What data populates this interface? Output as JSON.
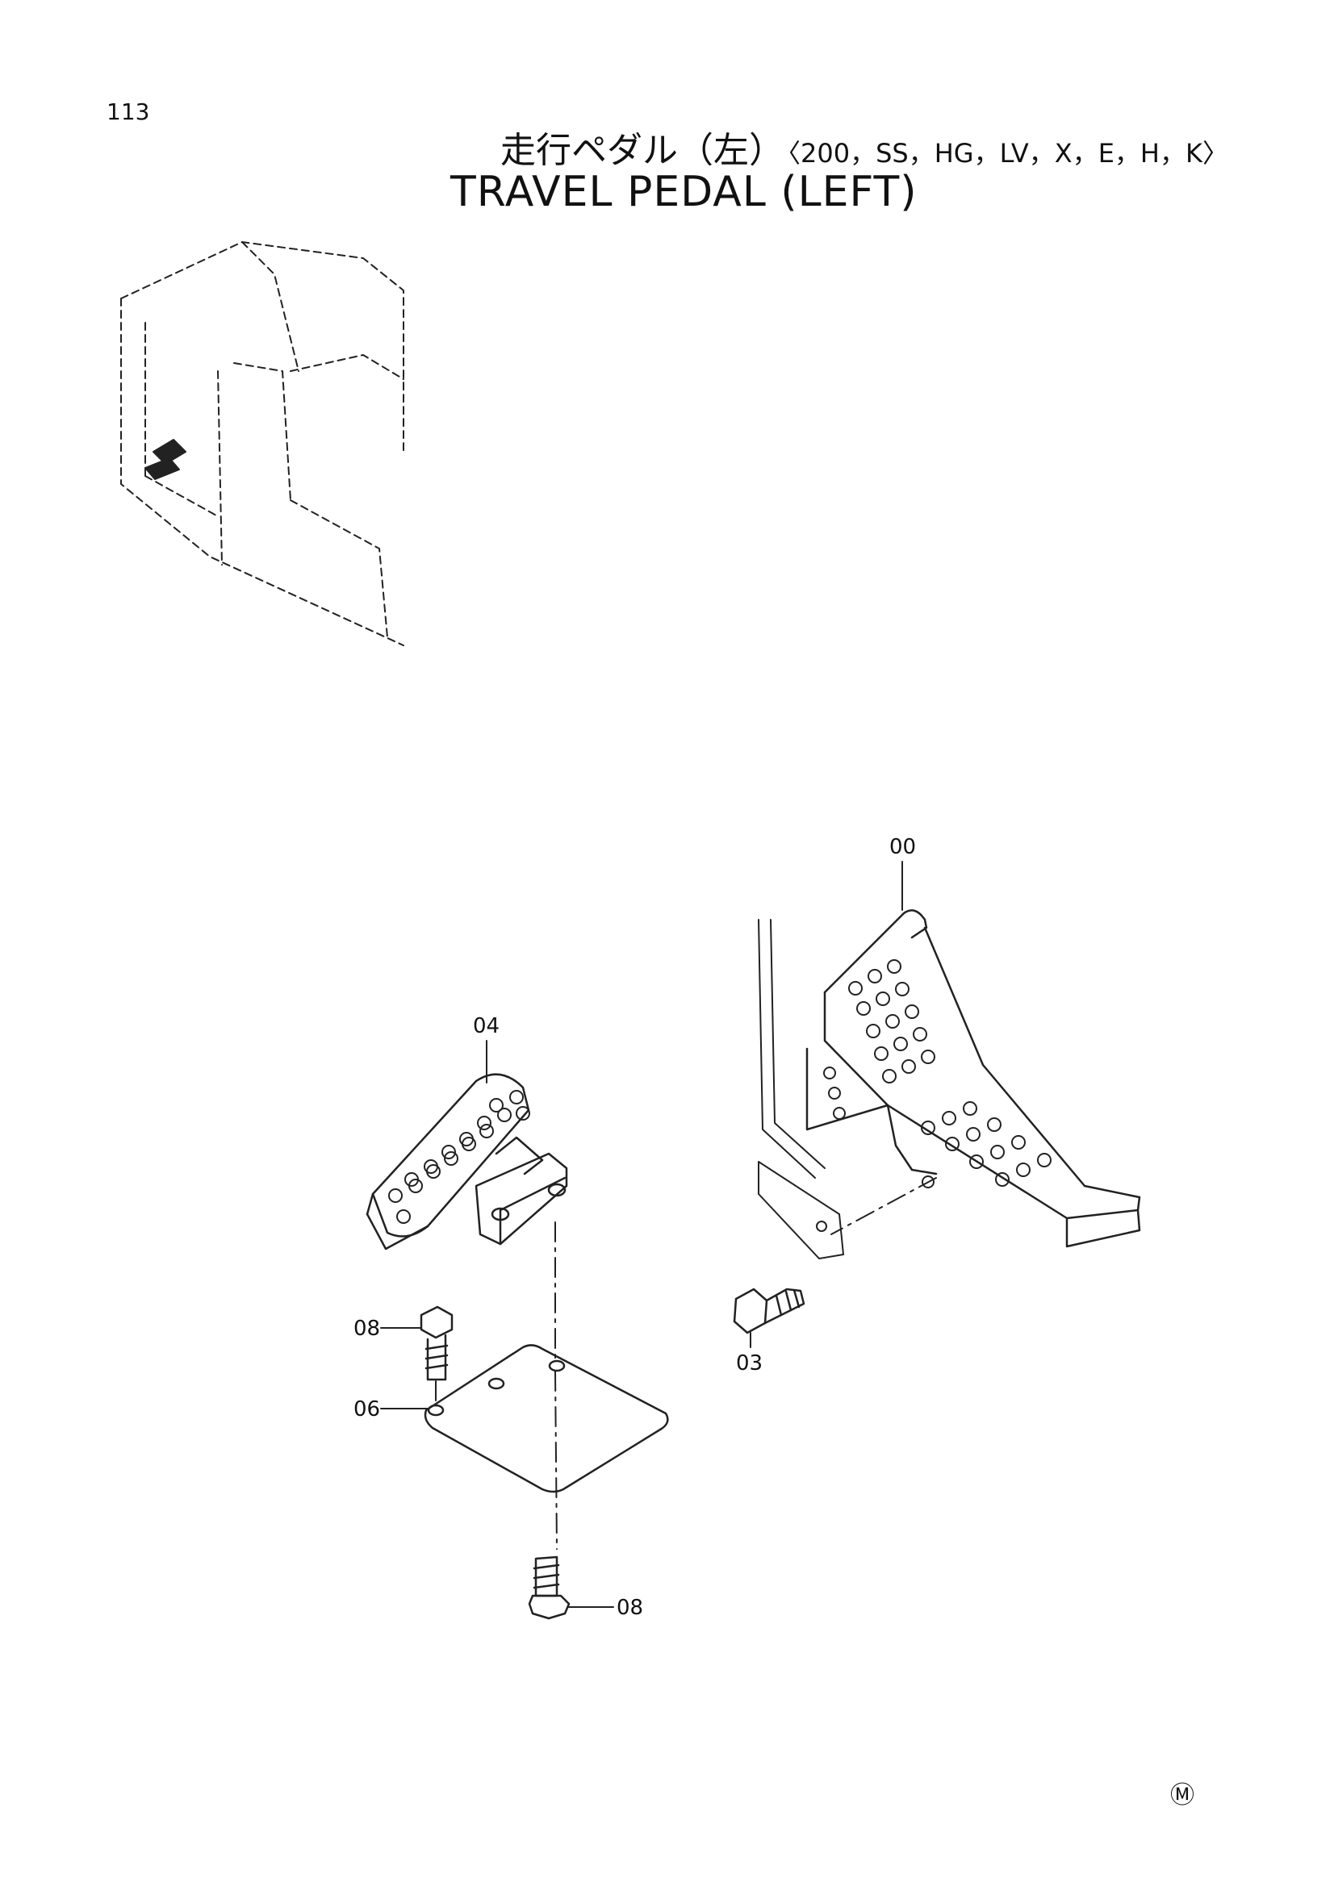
{
  "page": {
    "number": "113",
    "mark": "Ⓜ"
  },
  "title": {
    "japanese": "走行ペダル（左）",
    "models": "〈200，SS，HG，LV，X，E，H，K〉",
    "english": "TRAVEL PEDAL (LEFT)"
  },
  "callouts": {
    "c00": "00",
    "c03": "03",
    "c04": "04",
    "c06": "06",
    "c08_top": "08",
    "c08_bottom": "08"
  }
}
